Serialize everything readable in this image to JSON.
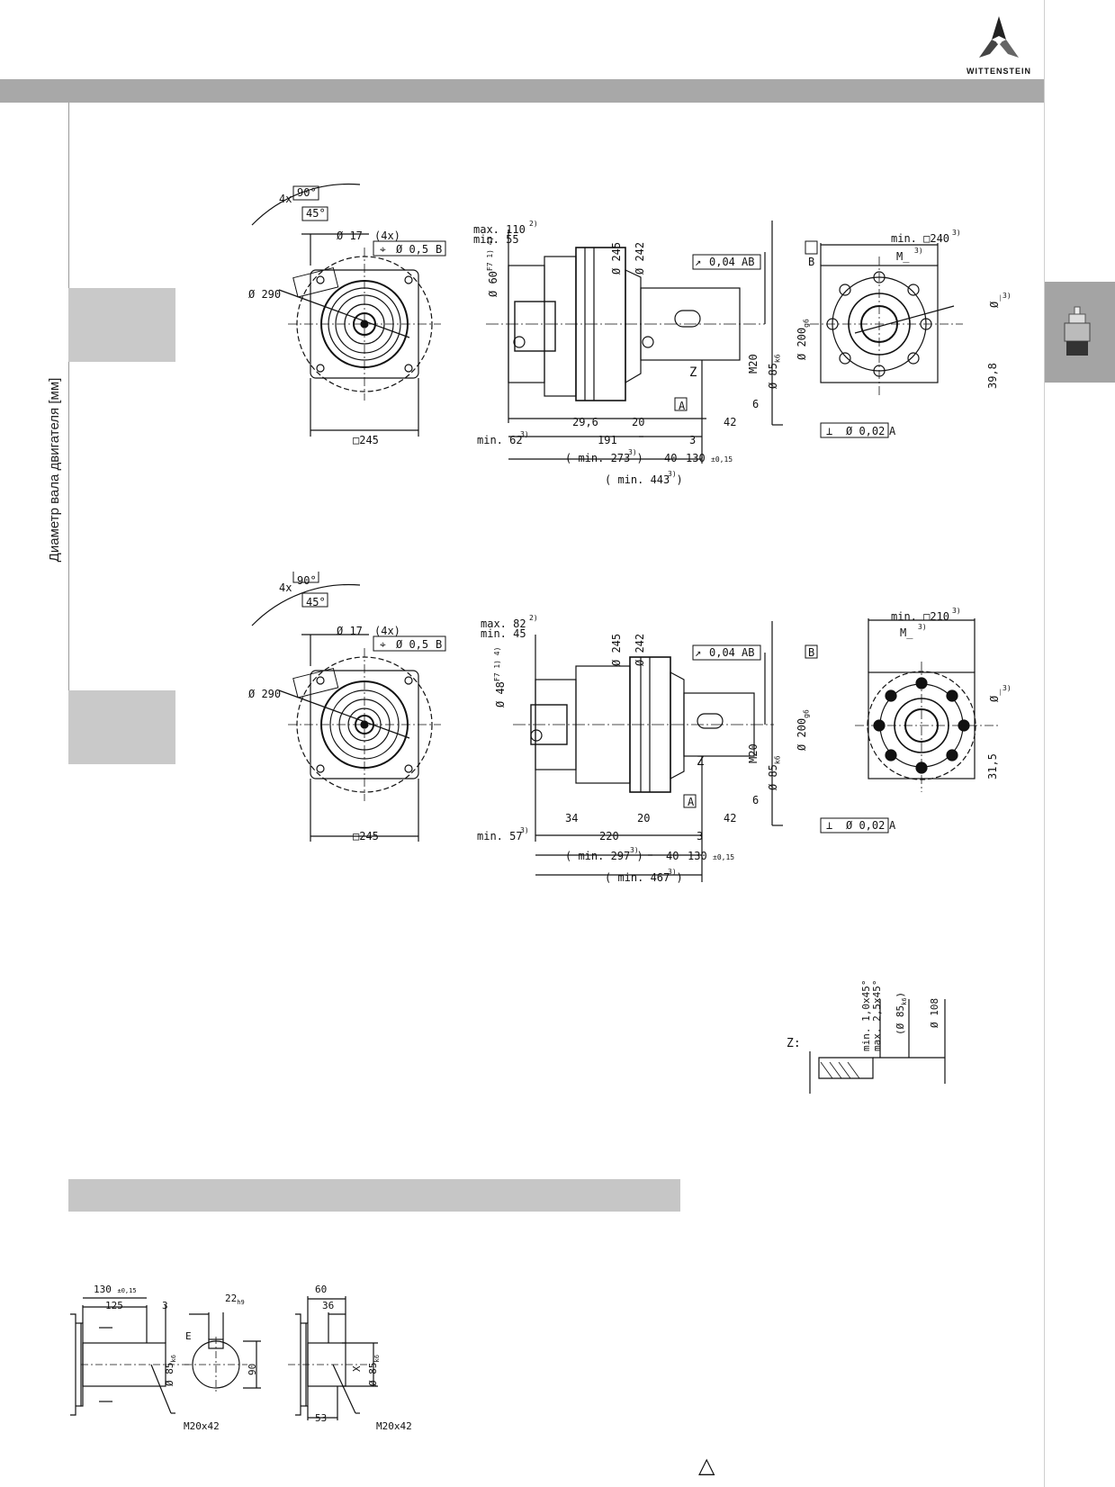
{
  "brand": {
    "name": "WITTENSTEIN",
    "icon": "wittenstein-logo-icon"
  },
  "sidebar": {
    "label": "Диаметр вала двигателя [мм]",
    "tab_icon": "gearbox-product-icon"
  },
  "drawing1": {
    "angle": "90°",
    "angle_count": "4x",
    "angle2": "45°",
    "hole": "Ø 17",
    "hole_count": "(4x)",
    "pos_tol": "Ø 0,5",
    "pos_ref": "B",
    "pcd": "Ø 290",
    "square": "□245",
    "max_len": "max. 110",
    "max_note": "2)",
    "min_len": "min.  55",
    "bore": "Ø 60",
    "bore_fit": "F7 1) 4)",
    "d245": "Ø 245",
    "d242": "Ø 242",
    "runout": "0,04",
    "runout_ref": "AB",
    "datum_b": "B",
    "datum_a": "A",
    "d200": "Ø 200",
    "d200_fit": "g6",
    "m20": "M20",
    "d85": "Ø 85",
    "d85_fit": "k6",
    "z": "Z",
    "dim_29_6": "29,6",
    "dim_20": "20",
    "dim_42": "42",
    "dim_6": "6",
    "min62": "min. 62",
    "min62_note": "3)",
    "dim_191": "191",
    "dim_3": "3",
    "min273": "( min. 273 )",
    "min273_note": "3)",
    "dim_40": "40",
    "dim_130": "130",
    "dim_130_tol": "±0,15",
    "min443": "( min. 443 )",
    "min443_note": "3)",
    "perp_tol": "Ø 0,02",
    "perp_ref": "A",
    "min_sq": "min. □240",
    "min_sq_note": "3)",
    "m_label": "M_",
    "m_note": "3)",
    "phi": "Ø_",
    "phi_note": "3)",
    "dim_39_8": "39,8"
  },
  "drawing2": {
    "angle": "90°",
    "angle_count": "4x",
    "angle2": "45°",
    "hole": "Ø 17",
    "hole_count": "(4x)",
    "pos_tol": "Ø 0,5",
    "pos_ref": "B",
    "pcd": "Ø 290",
    "square": "□245",
    "max_len": "max.  82",
    "max_note": "2)",
    "min_len": "min.  45",
    "bore": "Ø 48",
    "bore_fit": "F7 1) 4)",
    "d245": "Ø 245",
    "d242": "Ø 242",
    "runout": "0,04",
    "runout_ref": "AB",
    "datum_b": "B",
    "datum_a": "A",
    "d200": "Ø 200",
    "d200_fit": "g6",
    "m20": "M20",
    "d85": "Ø 85",
    "d85_fit": "k6",
    "z": "Z",
    "dim_34": "34",
    "dim_20": "20",
    "dim_42": "42",
    "dim_6": "6",
    "min57": "min. 57",
    "min57_note": "3)",
    "dim_220": "220",
    "dim_3": "3",
    "min297": "( min. 297 )",
    "min297_note": "3)",
    "dim_40": "40",
    "dim_130": "130",
    "dim_130_tol": "±0,15",
    "min467": "( min. 467 )",
    "min467_note": "3)",
    "perp_tol": "Ø 0,02",
    "perp_ref": "A",
    "min_sq": "min. □210",
    "min_sq_note": "3)",
    "m_label": "M_",
    "m_note": "3)",
    "phi": "Ø_",
    "phi_note": "3)",
    "dim_31_5": "31,5"
  },
  "detail_z": {
    "label": "Z:",
    "chamfer_min": "min. 1,0x45°",
    "chamfer_max": "max. 2,5x45°",
    "d85": "(Ø 85",
    "d85_fit": "k6",
    "d85_close": ")",
    "d108": "Ø 108"
  },
  "shaft_keyed": {
    "dim_130": "130",
    "dim_130_tol": "±0,15",
    "dim_125": "125",
    "dim_3": "3",
    "dim_22": "22",
    "dim_22_fit": "h9",
    "e": "E",
    "d85": "Ø 85",
    "d85_fit": "k6",
    "dim_90": "90",
    "thread": "M20x42"
  },
  "shaft_smooth": {
    "dim_60": "60",
    "dim_36": "36",
    "dim_53": "53",
    "x": "X",
    "d85": "Ø 85",
    "d85_fit": "k6",
    "thread": "M20x42"
  },
  "footer": {
    "symbol": "△"
  }
}
